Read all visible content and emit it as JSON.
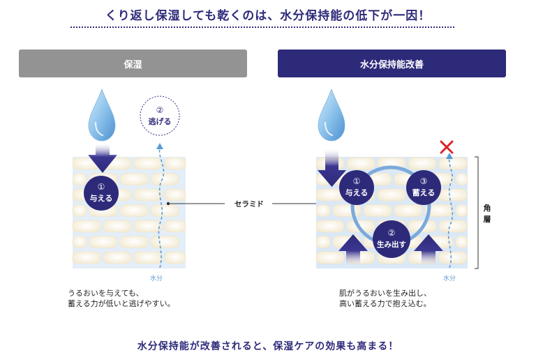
{
  "headline": "くり返し保湿しても乾くのは、水分保持能の低下が一因！",
  "panels": {
    "left": {
      "title": "保湿",
      "give_num": "①",
      "give_label": "与える",
      "escape_num": "②",
      "escape_label": "逃げる",
      "water_label": "水分",
      "caption_line1": "うるおいを与えても、",
      "caption_line2": "蓄える力が低いと逃げやすい。"
    },
    "right": {
      "title": "水分保持能改善",
      "give_num": "①",
      "give_label": "与える",
      "store_num": "③",
      "store_label": "蓄える",
      "produce_num": "②",
      "produce_label": "生み出す",
      "water_label": "水分",
      "layer_label_1": "角",
      "layer_label_2": "層",
      "caption_line1": "肌がうるおいを生み出し、",
      "caption_line2": "高い蓄える力で抱え込む。"
    }
  },
  "center_label": "セラミド",
  "bottom_line": "水分保持能が改善されると、保湿ケアの効果も高まる！",
  "colors": {
    "navy": "#2e2a7a",
    "gray_header": "#939393",
    "water_blue": "#5b9bd5",
    "cross_red": "#d7262c",
    "cell_fill": "#fbf6ea",
    "skin_blue": "#dde9f6"
  }
}
